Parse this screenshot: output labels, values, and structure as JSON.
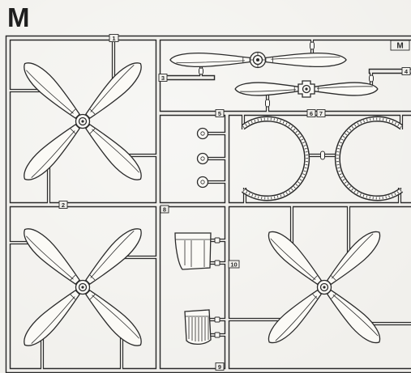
{
  "sprue": {
    "letter": "M",
    "badge": "M"
  },
  "part_numbers": {
    "n1": "1",
    "n2": "2",
    "n3": "3",
    "n4": "4",
    "n5": "5",
    "n6": "6",
    "n7": "7",
    "n8": "8",
    "n9": "9",
    "n10": "10"
  },
  "colors": {
    "ink": "#2b2b2b",
    "paper": "#f1f0ec",
    "part": "#fbfaf6"
  }
}
